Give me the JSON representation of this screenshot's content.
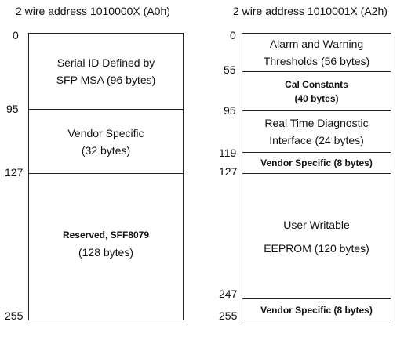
{
  "left_map": {
    "title": "2 wire address 1010000X (A0h)",
    "addresses": [
      "0",
      "95",
      "127",
      "255"
    ],
    "regions": [
      {
        "line1": "Serial ID Defined by",
        "line2": "SFP MSA (96 bytes)"
      },
      {
        "line1": "Vendor Specific",
        "line2": "(32 bytes)"
      },
      {
        "line1": "Reserved, SFF8079",
        "line2": "(128 bytes)"
      }
    ]
  },
  "right_map": {
    "title": "2 wire address 1010001X (A2h)",
    "addresses": [
      "0",
      "55",
      "95",
      "119",
      "127",
      "247",
      "255"
    ],
    "regions": [
      {
        "line1": "Alarm and Warning",
        "line2": "Thresholds (56 bytes)"
      },
      {
        "line1": "Cal Constants",
        "line2": "(40 bytes)"
      },
      {
        "line1": "Real Time Diagnostic",
        "line2": "Interface (24 bytes)"
      },
      {
        "line1": "Vendor Specific (8 bytes)"
      },
      {
        "line1": "User Writable",
        "line2": "EEPROM (120 bytes)"
      },
      {
        "line1": "Vendor Specific (8 bytes)"
      }
    ]
  }
}
